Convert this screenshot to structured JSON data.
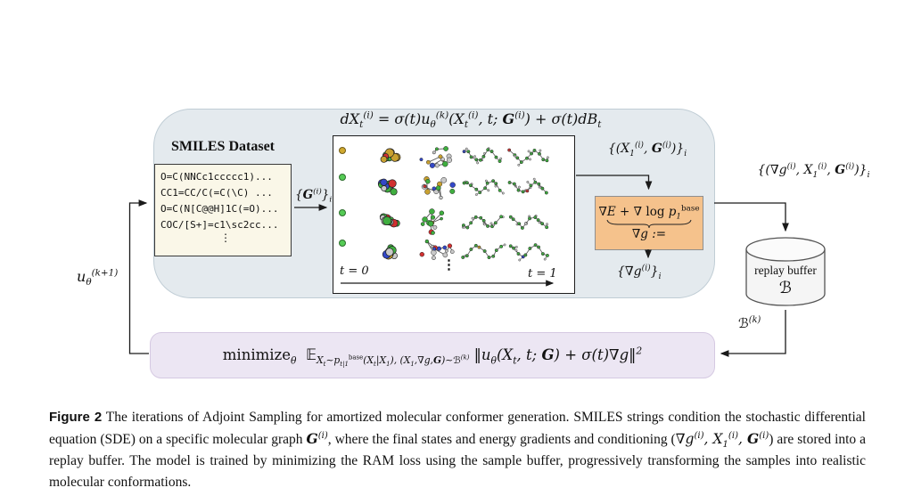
{
  "colors": {
    "outer_box_bg": "#e4eaee",
    "smiles_box_bg": "#faf7e8",
    "grad_box_bg": "#f5c28c",
    "loss_box_bg": "#ece6f3",
    "cylinder_bg": "#f5f5f5",
    "row_dot_gold": "#d0a92f",
    "row_dot_green": "#55cb55"
  },
  "figure": {
    "sde_equation": "dX_t^{(i)} = σ(t)u_θ^{(k)}(X_t^{(i)}, t; \\cal{G}^{(i)}) + σ(t)dB_t",
    "smiles": {
      "title": "SMILES Dataset",
      "lines": [
        "O=C(NNCc1ccccc1)...",
        "CC1=CC/C(=C(\\C) ...",
        "O=C(N[C@@H]1C(=O)...",
        "COC/[S+]=c1\\sc2cc..."
      ],
      "ellipsis": "⋮"
    },
    "labels": {
      "graph_set": "{\\cal{G}^{(i)}}_i",
      "state_set": "{(X_1^{(i)}, \\cal{G}^{(i)})}_i",
      "grad_tuple_set": "{(∇g^{(i)}, X_1^{(i)}, \\cal{G}^{(i)})}_i",
      "grad_set": "{∇g^{(i)}}_i",
      "u_next": "u_θ^{(k+1)}",
      "buffer_k": "\\bb{ℬ}^{(k)}"
    },
    "grad_box": {
      "top": "∇E + ∇ \\rm{log} p_1^{\\rm{base}}",
      "bottom": "∇g :="
    },
    "buffer": {
      "line1": "replay buffer",
      "line2": "ℬ"
    },
    "loss": "\\rm{minimize}_θ  \\bb{𝔼}_{X_t∼p_{t|1}^{\\rm{base}}(X_t|X_1), (X_1,∇g,\\cal{G})∼\\bb{ℬ}^{(k)}} ‖u_θ(X_t, t; \\cal{G}) + σ(t)∇g‖^2",
    "panel": {
      "t0": "t = 0",
      "t1": "t = 1",
      "dots": "⋮",
      "row_dot_colors": [
        "#d0a92f",
        "#55cb55",
        "#55cb55",
        "#55cb55"
      ],
      "palette": {
        "carbon": "#3fae3f",
        "hydrogen": "#c9c9c9",
        "oxygen": "#d23030",
        "nitrogen": "#3348c8",
        "sulfur": "#c8a030",
        "bond": "#555555"
      }
    }
  },
  "caption": {
    "label": "Figure 2",
    "t1": "  The iterations of Adjoint Sampling for amortized molecular conformer generation. SMILES strings condition the stochastic differential equation (SDE) on a specific molecular graph ",
    "m1": "\\cal{G}^{(i)}",
    "t2": ", where the final states and energy gradients and conditioning (",
    "m2": "∇g^{(i)}, X_1^{(i)}, \\cal{G}^{(i)}",
    "t3": ") are stored into a replay buffer. The model is trained by minimizing the RAM loss using the sample buffer, progressively transforming the samples into realistic molecular conformations."
  }
}
